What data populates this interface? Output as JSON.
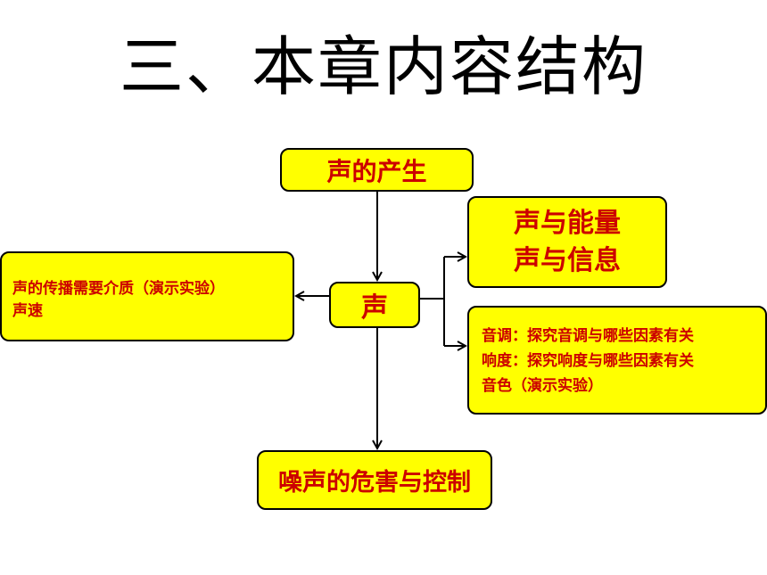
{
  "title": "三、本章内容结构",
  "nodes": {
    "origin": "声的产生",
    "sound": "声",
    "energy": [
      "声与能量",
      "声与信息"
    ],
    "propagation": [
      "声的传播需要介质（演示实验）",
      "声速"
    ],
    "traits": [
      "音调：探究音调与哪些因素有关",
      "响度：探究响度与哪些因素有关",
      "音色（演示实验）"
    ],
    "noise": "噪声的危害与控制"
  },
  "colors": {
    "box_fill": "#ffff00",
    "box_text": "#cc0000",
    "border": "#000000",
    "title": "#000000"
  }
}
